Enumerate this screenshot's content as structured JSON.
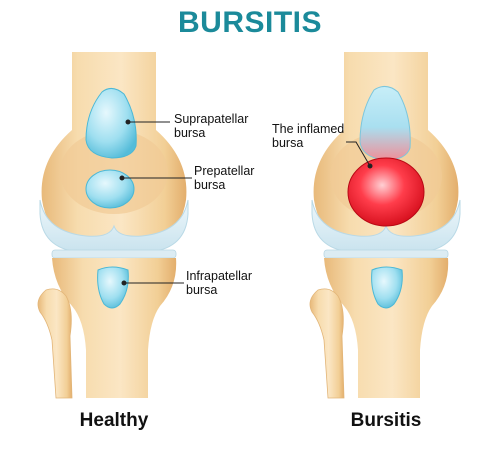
{
  "title": "BURSITIS",
  "labels": {
    "suprapatellar": [
      "Suprapatellar",
      "bursa"
    ],
    "prepatellar": [
      "Prepatellar",
      "bursa"
    ],
    "infrapatellar": [
      "Infrapatellar",
      "bursa"
    ],
    "inflamed": [
      "The inflamed",
      "bursa"
    ]
  },
  "captions": {
    "left": "Healthy",
    "right": "Bursitis"
  },
  "colors": {
    "title": "#1b8a9a",
    "bone": "#f6d9a8",
    "bone_shade": "#e9bd7f",
    "cartilage": "#d9ecf3",
    "bursa": "#8fd8ec",
    "bursa_edge": "#4bb8d6",
    "inflamed": "#e8101f"
  }
}
